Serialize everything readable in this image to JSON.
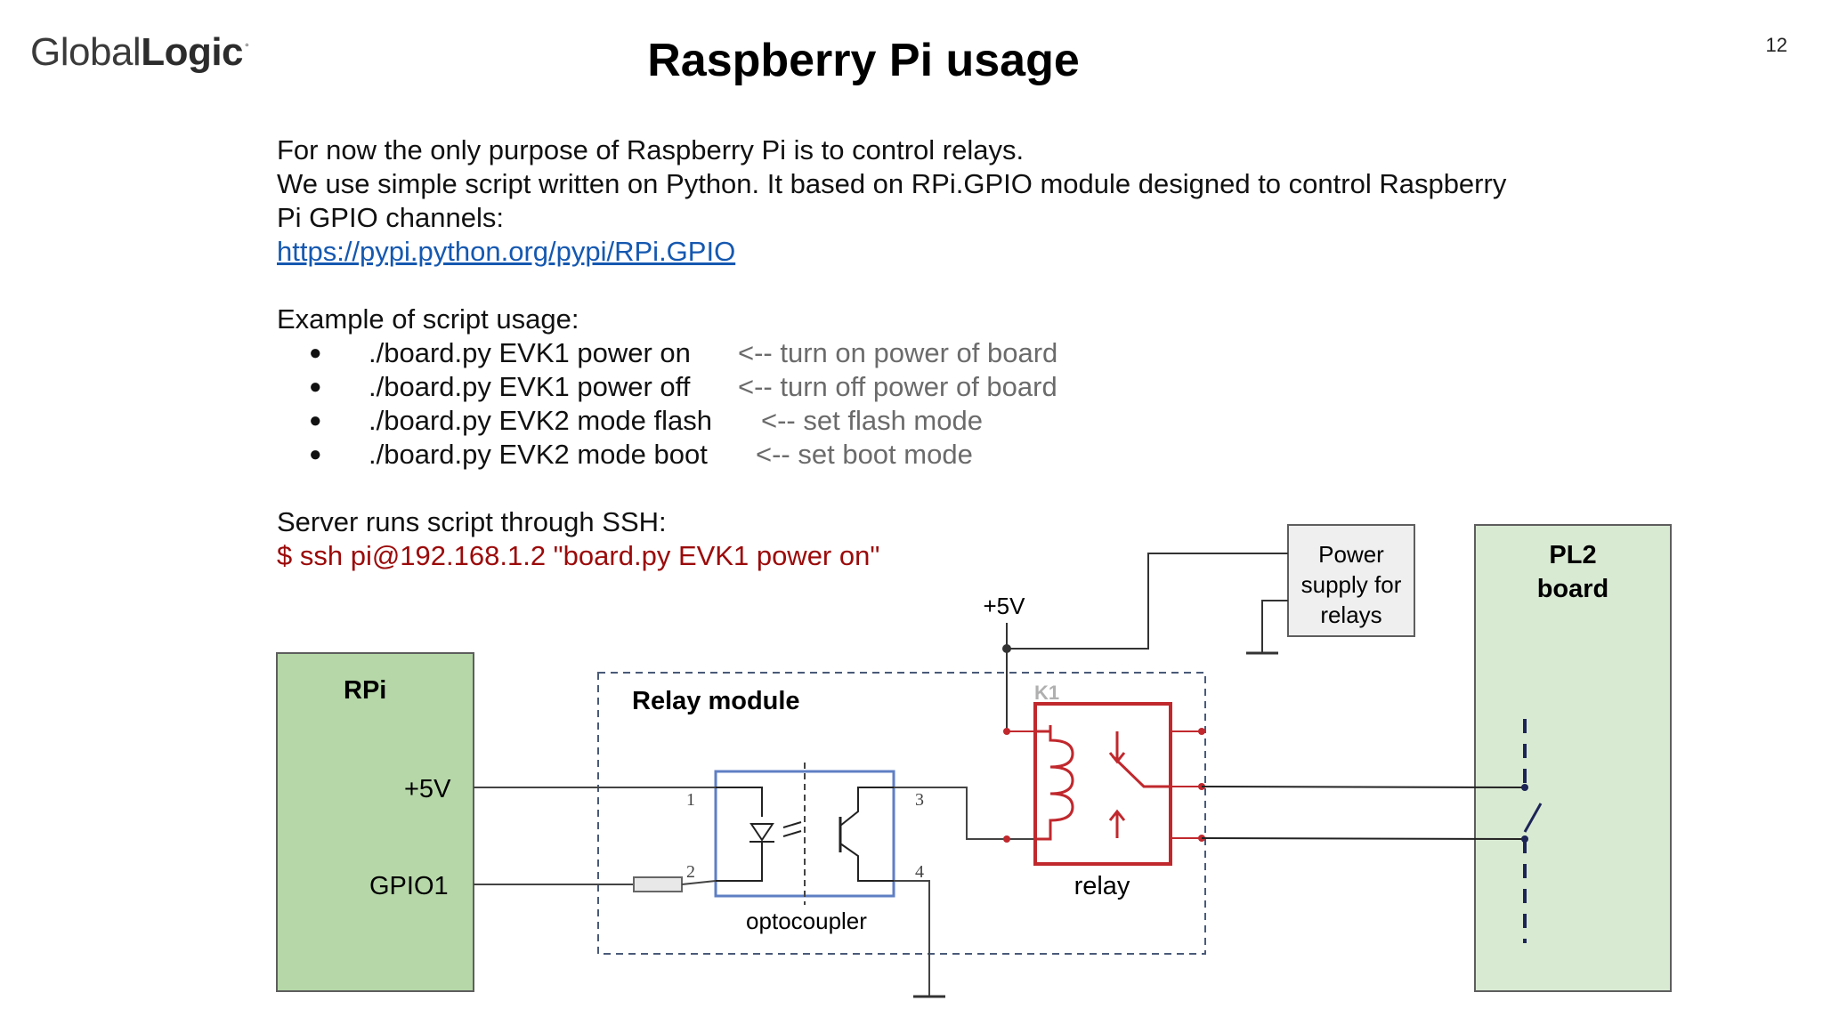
{
  "header": {
    "logo_part1": "Global",
    "logo_part2": "Logic",
    "logo_mark": "°",
    "title": "Raspberry Pi usage",
    "page_number": "12"
  },
  "intro": {
    "line1": "For now the only purpose of Raspberry Pi is to control relays.",
    "line2": "We use simple script written on Python. It based on RPi.GPIO module designed to control Raspberry",
    "line3": "Pi GPIO channels:",
    "link": "https://pypi.python.org/pypi/RPi.GPIO"
  },
  "example": {
    "heading": "Example of script usage:",
    "bullet": "●",
    "commands": [
      {
        "cmd": "./board.py EVK1 power on",
        "comment": "<-- turn on power of board"
      },
      {
        "cmd": "./board.py EVK1 power off",
        "comment": "<-- turn off power of board"
      },
      {
        "cmd": "./board.py EVK2 mode flash",
        "comment": "<-- set flash mode"
      },
      {
        "cmd": "./board.py EVK2 mode boot",
        "comment": "<-- set boot mode"
      }
    ]
  },
  "ssh": {
    "heading": "Server runs script through SSH:",
    "command": "$ ssh pi@192.168.1.2 \"board.py EVK1 power on\""
  },
  "diagram": {
    "rpi_label": "RPi",
    "rpi_5v": "+5V",
    "rpi_gpio": "GPIO1",
    "relay_module_label": "Relay module",
    "supply_5v": "+5V",
    "power_supply_line1": "Power",
    "power_supply_line2": "supply for",
    "power_supply_line3": "relays",
    "pl2_line1": "PL2",
    "pl2_line2": "board",
    "pin1": "1",
    "pin2": "2",
    "pin3": "3",
    "pin4": "4",
    "k1_label": "K1",
    "optocoupler_label": "optocoupler",
    "relay_label": "relay",
    "colors": {
      "rpi_fill": "#b6d7a8",
      "pl2_fill": "#d9ead3",
      "supply_fill": "#efefef",
      "relay_red": "#c0282d",
      "opto_blue": "#5f7fc4",
      "switch_navy": "#1c2556"
    }
  }
}
